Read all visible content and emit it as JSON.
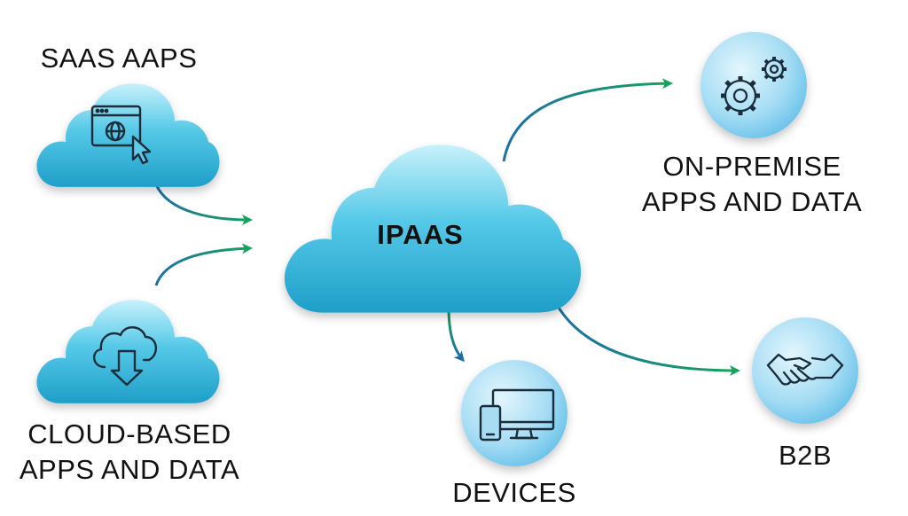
{
  "colors": {
    "cloud_light": "#c7f1fb",
    "cloud_mid": "#4fc6e6",
    "cloud_dark": "#1e9fc8",
    "circle_light": "#dbf3fc",
    "circle_dark": "#6dc6ec",
    "arrow_blue": "#1e6fa8",
    "arrow_green": "#13a35a",
    "text": "#111111"
  },
  "labels": {
    "saas_apps": "SAAS AAPS",
    "ipaas": "IPAAS",
    "cloud_based_line1": "CLOUD-BASED",
    "cloud_based_line2": "APPS AND DATA",
    "on_premise_line1": "ON-PREMISE",
    "on_premise_line2": "APPS AND DATA",
    "devices": "DEVICES",
    "b2b": "B2B"
  },
  "icons": {
    "saas": "browser-globe-cursor-icon",
    "cloud_based": "cloud-download-icon",
    "on_premise": "gears-icon",
    "devices": "monitor-phone-icon",
    "b2b": "handshake-icon"
  }
}
